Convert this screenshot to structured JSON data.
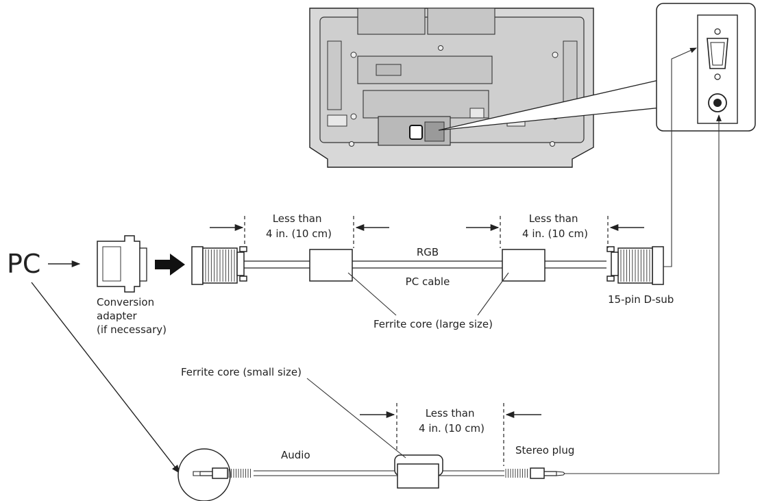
{
  "labels": {
    "pc": "PC",
    "conversion_adapter": [
      "Conversion",
      "adapter",
      "(if necessary)"
    ],
    "distance_left": [
      "Less than",
      "4 in. (10 cm)"
    ],
    "distance_right": [
      "Less than",
      "4 in. (10 cm)"
    ],
    "distance_bottom": [
      "Less than",
      "4 in. (10 cm)"
    ],
    "rgb": "RGB",
    "pc_cable": "PC cable",
    "ferrite_large": "Ferrite core (large size)",
    "dsub": "15-pin D-sub",
    "ferrite_small": "Ferrite core (small size)",
    "audio": "Audio",
    "stereo_plug": "Stereo plug"
  }
}
